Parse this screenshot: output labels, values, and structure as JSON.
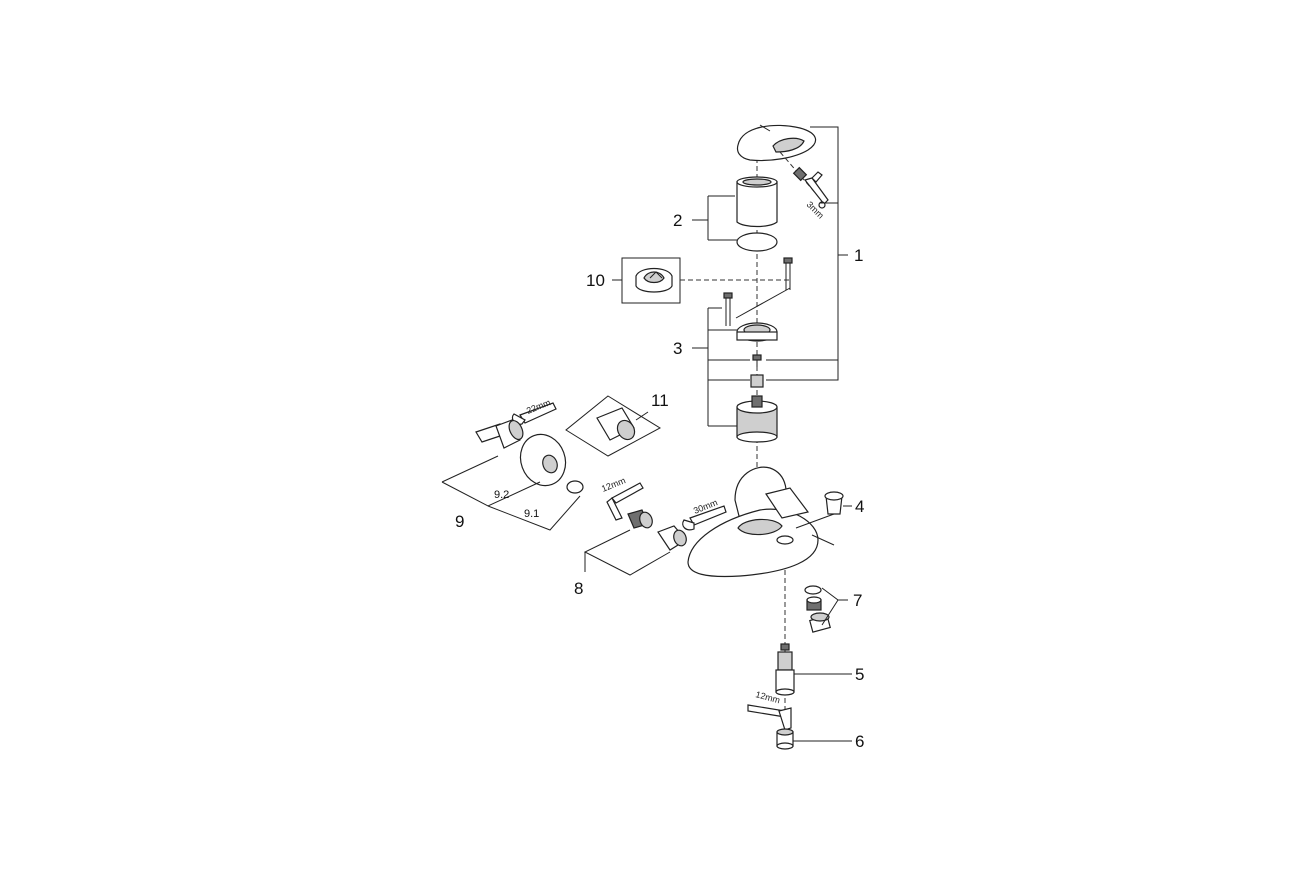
{
  "callouts": {
    "c1": "1",
    "c2": "2",
    "c3": "3",
    "c4": "4",
    "c5": "5",
    "c6": "6",
    "c7": "7",
    "c8": "8",
    "c9": "9",
    "c10": "10",
    "c11": "11",
    "c9_1": "9.1",
    "c9_2": "9.2"
  },
  "tools": {
    "hex_key_3mm": "3mm",
    "wrench_22mm": "22mm",
    "hex_key_12mm_a": "12mm",
    "wrench_30mm": "30mm",
    "hex_key_12mm_b": "12mm"
  }
}
